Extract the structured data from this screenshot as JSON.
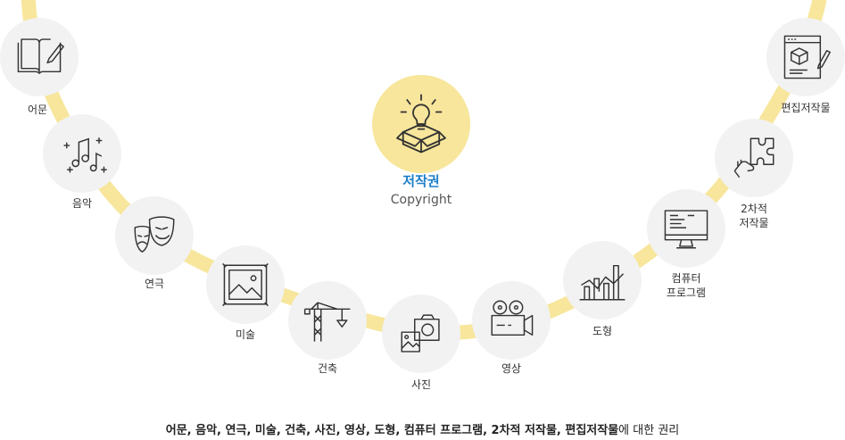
{
  "center": {
    "title": "저작권",
    "subtitle": "Copyright",
    "icon": "lightbulb-box-icon"
  },
  "works": [
    {
      "label": "어문",
      "icon": "book-pen-icon"
    },
    {
      "label": "음악",
      "icon": "music-notes-icon"
    },
    {
      "label": "연극",
      "icon": "theater-masks-icon"
    },
    {
      "label": "미술",
      "icon": "framed-painting-icon"
    },
    {
      "label": "건축",
      "icon": "crane-icon"
    },
    {
      "label": "사진",
      "icon": "camera-photo-icon"
    },
    {
      "label": "영상",
      "icon": "film-camera-icon"
    },
    {
      "label": "도형",
      "icon": "graph-chart-icon"
    },
    {
      "label": "컴퓨터\n프로그램",
      "icon": "monitor-code-icon"
    },
    {
      "label": "2차적\n저작물",
      "icon": "puzzle-hand-icon"
    },
    {
      "label": "편집저작물",
      "icon": "document-box-pen-icon"
    }
  ],
  "caption": {
    "bold": "어문, 음악, 연극, 미술, 건축, 사진, 영상, 도형, 컴퓨터 프로그램, 2차적 저작물, 편집저작물",
    "rest": "에 대한 권리"
  },
  "colors": {
    "arc": "#f7e69b",
    "node": "#f2f2f2",
    "title": "#1a7ec9",
    "icon": "#333333"
  }
}
